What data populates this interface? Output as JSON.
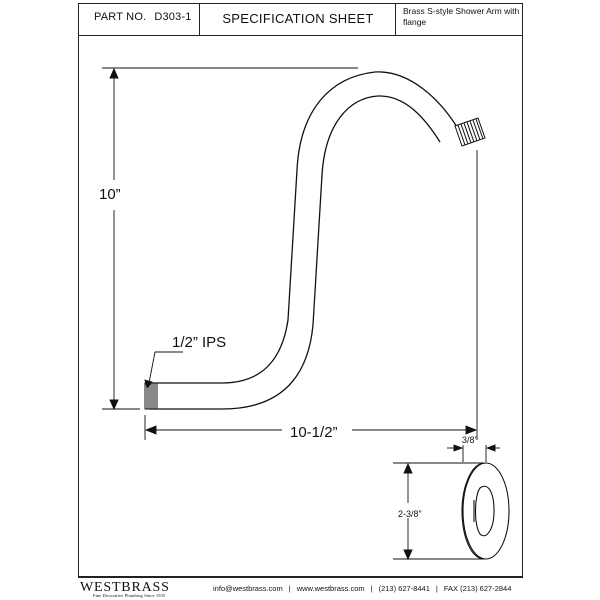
{
  "header": {
    "part_label": "PART NO.",
    "part_number": "D303-1",
    "title": "SPECIFICATION SHEET",
    "description": "Brass S-style Shower Arm with flange"
  },
  "dimensions": {
    "height": "10”",
    "thread": "1/2” IPS",
    "length": "10-1/2”",
    "flange_thickness": "3/8”",
    "flange_diameter": "2-3/8”"
  },
  "footer": {
    "brand": "WESTBRASS",
    "tagline": "Fine Decorative Plumbing Since 1935",
    "email": "info@westbrass.com",
    "website": "www.westbrass.com",
    "phone": "(213) 627-8441",
    "fax": "FAX (213) 627-2844",
    "separator": "|"
  }
}
